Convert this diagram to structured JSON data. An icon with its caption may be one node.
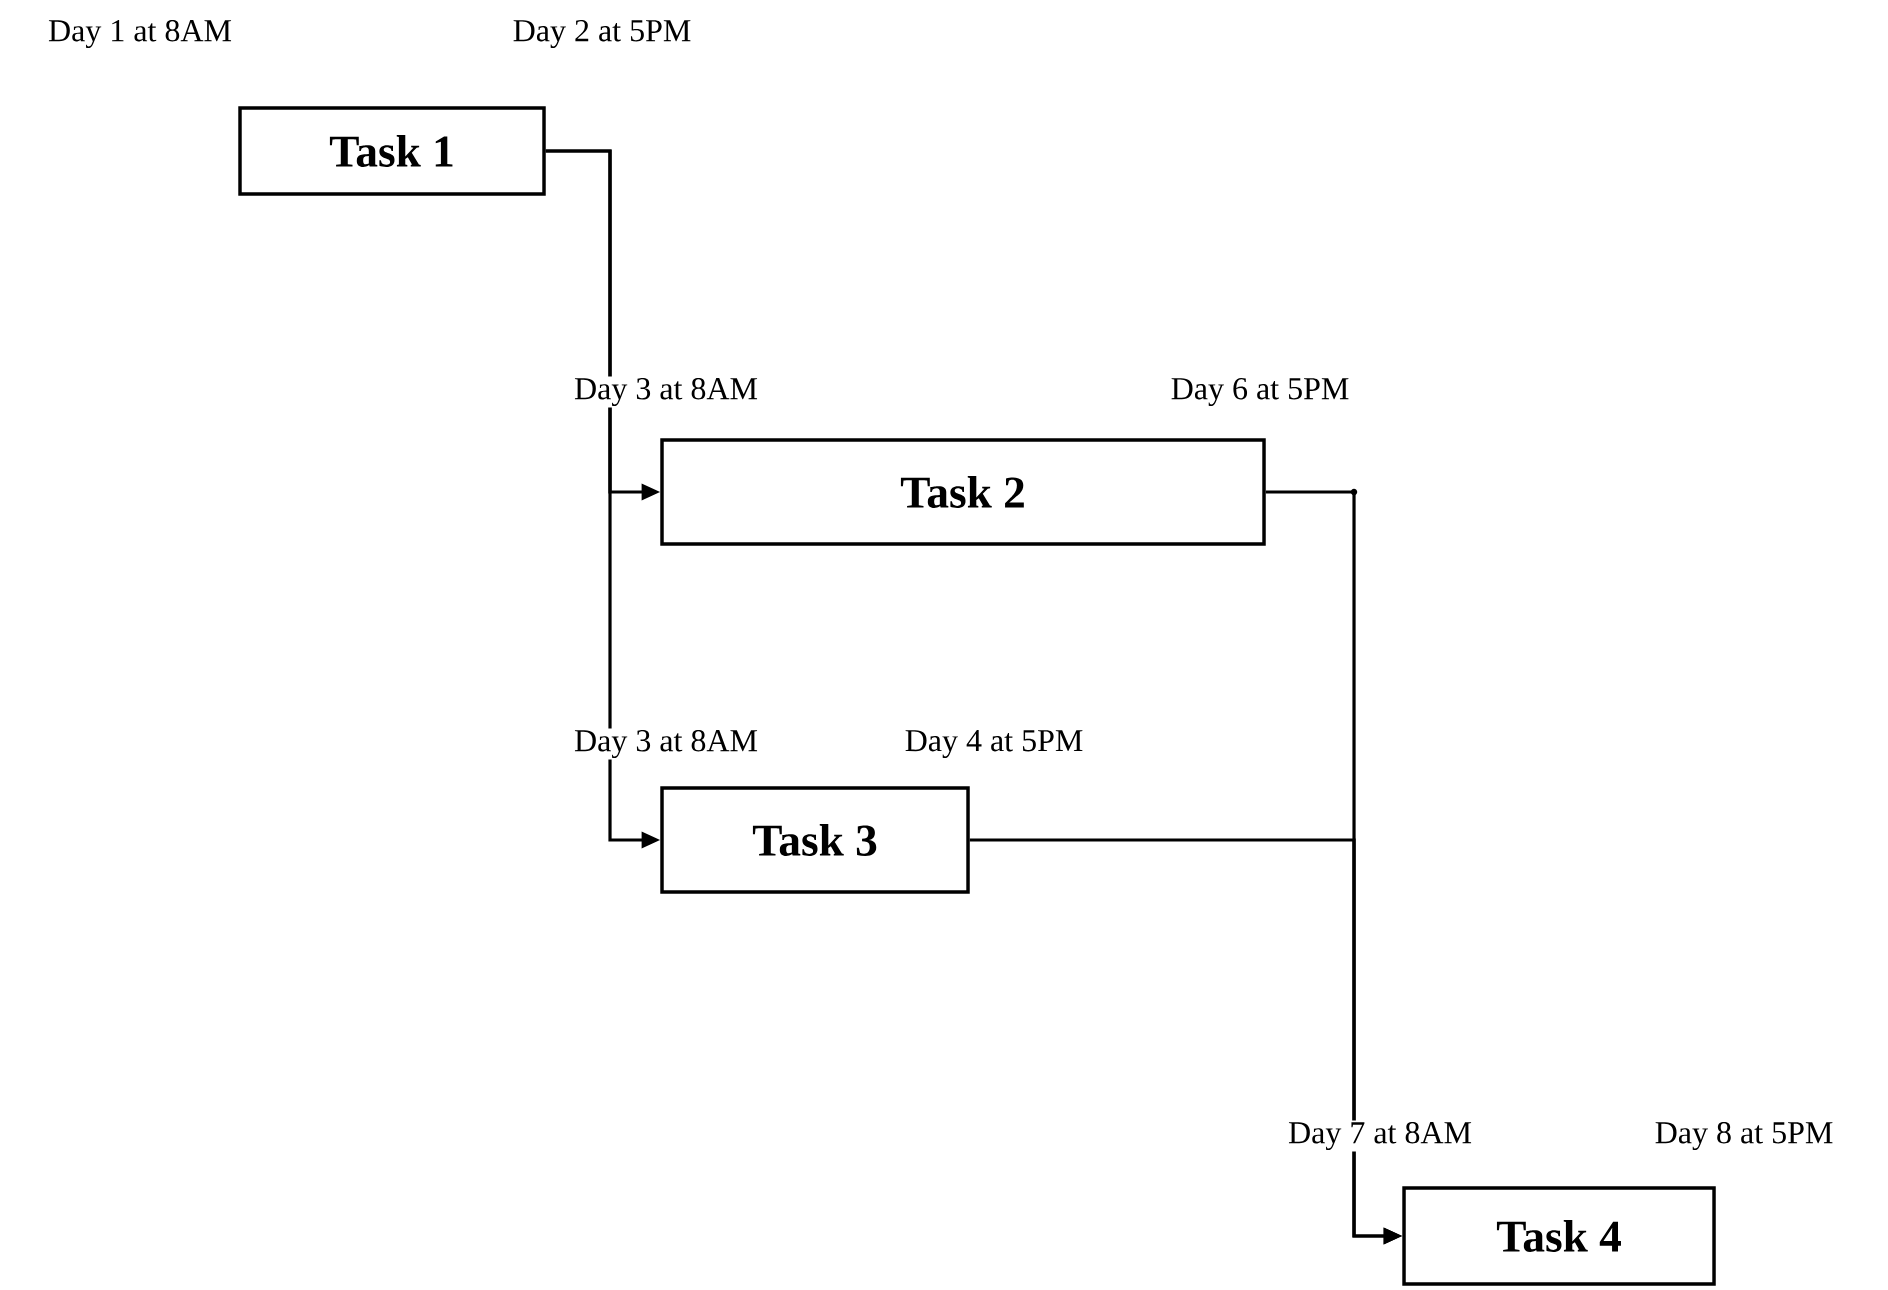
{
  "diagram": {
    "nodes": [
      {
        "text": [
          "Task 1"
        ],
        "beside": [
          "Day 1 at 8AM",
          "Day 2 at 5PM"
        ]
      },
      {
        "text": [
          "Task 2"
        ],
        "beside": [
          "Day 3 at 8AM",
          "Day 6 at 5PM"
        ]
      },
      {
        "text": [
          "Task 3"
        ],
        "beside": [
          "Day 3 at 8AM",
          "Day 4 at 5PM"
        ]
      },
      {
        "text": [
          "Task 4"
        ],
        "beside": [
          "Day 7 at 8AM",
          "Day 8 at 5PM"
        ]
      }
    ],
    "edges": [
      {
        "from": 0,
        "to": 1,
        "arrow": "to"
      },
      {
        "from": 0,
        "to": 2,
        "arrow": "to"
      },
      {
        "from": 1,
        "to": 3,
        "arrow": "to"
      },
      {
        "from": 2,
        "to": 3,
        "arrow": "to"
      }
    ]
  }
}
